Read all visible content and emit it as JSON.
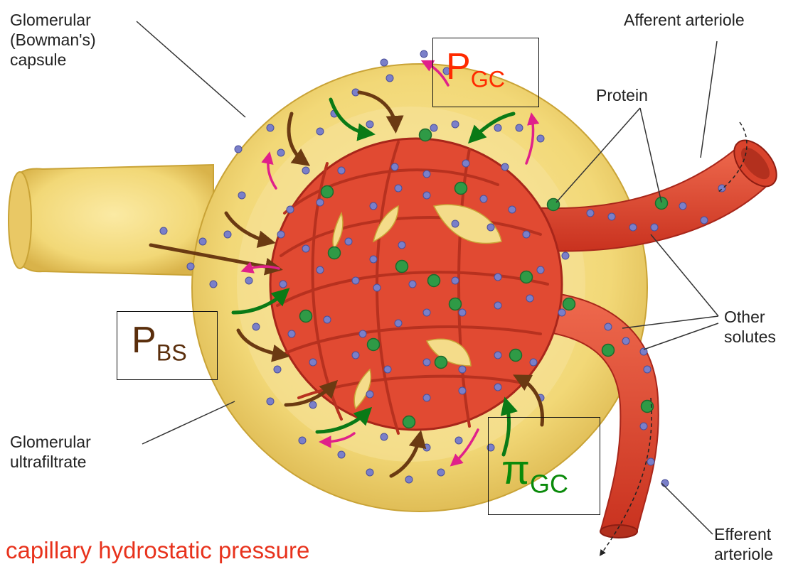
{
  "labels": {
    "glomerular_capsule": [
      "Glomerular",
      "(Bowman's)",
      "capsule"
    ],
    "afferent_arteriole": "Afferent arteriole",
    "protein": "Protein",
    "other_solutes": [
      "Other",
      "solutes"
    ],
    "glomerular_ultrafiltrate": [
      "Glomerular",
      "ultrafiltrate"
    ],
    "efferent_arteriole": [
      "Efferent",
      "arteriole"
    ]
  },
  "symbols": {
    "p_gc": {
      "main": "P",
      "sub": "GC",
      "color": "#ff2a00"
    },
    "p_bs": {
      "main": "P",
      "sub": "BS",
      "color": "#5a2e0c"
    },
    "pi_gc": {
      "main": "π",
      "sub": "GC",
      "color": "#0a8a0a"
    }
  },
  "caption": "capillary hydrostatic pressure",
  "colors": {
    "capsule": "#f2d877",
    "capsule_edge": "#c9a336",
    "vessel": "#e14a32",
    "vessel_dark": "#a8261a",
    "protein_dot": "#2f9a46",
    "solute_dot": "#7a7fc9",
    "arrow_brown": "#6b3a12",
    "arrow_green": "#0a7a16",
    "arrow_magenta": "#e0208a"
  }
}
